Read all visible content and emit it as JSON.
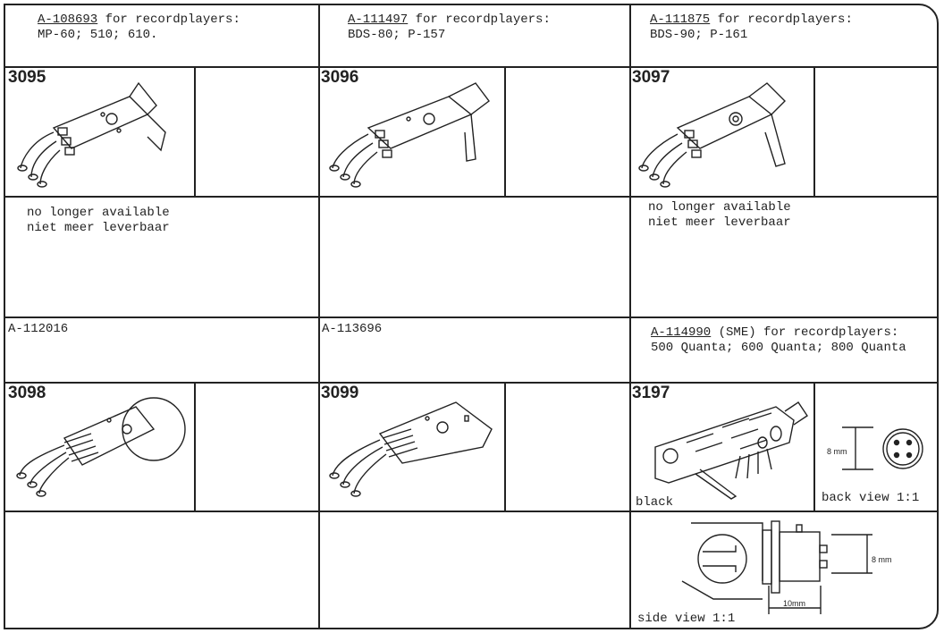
{
  "cells": [
    {
      "code": "A-108693",
      "rest": " for recordplayers:",
      "line2": "MP-60; 510; 610.",
      "number": "3095",
      "note1": "no longer available",
      "note2": "niet meer leverbaar"
    },
    {
      "code": "A-111497",
      "rest": " for recordplayers:",
      "line2": "BDS-80; P-157",
      "number": "3096"
    },
    {
      "code": "A-111875",
      "rest": " for recordplayers:",
      "line2": "BDS-90; P-161",
      "number": "3097",
      "note1": "no longer available",
      "note2": "niet meer leverbaar"
    },
    {
      "code": "A-112016",
      "number": "3098"
    },
    {
      "code": "A-113696",
      "number": "3099"
    },
    {
      "code": "A-114990",
      "rest": " (SME) for recordplayers:",
      "line2": "500 Quanta; 600 Quanta; 800 Quanta",
      "number": "3197",
      "color": "black",
      "back_view": "back view 1:1",
      "side_view": "side view 1:1",
      "dim_8mm": "8 mm",
      "dim_10mm": "10mm"
    }
  ]
}
